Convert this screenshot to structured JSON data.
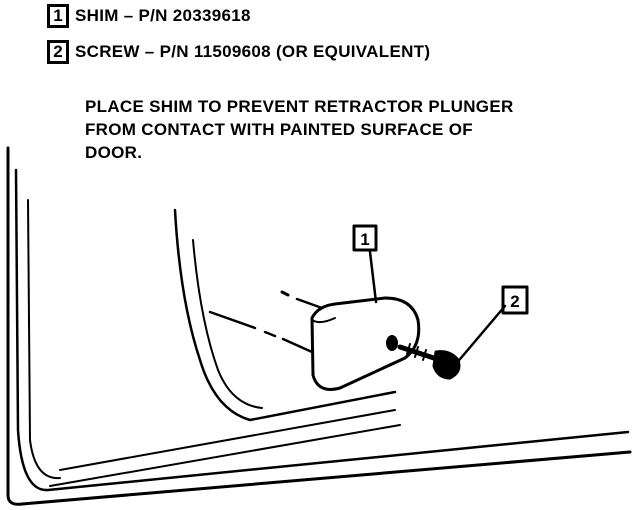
{
  "legend": [
    {
      "number": "1",
      "text": "SHIM – P/N 20339618"
    },
    {
      "number": "2",
      "text": "SCREW – P/N 11509608 (OR EQUIVALENT)"
    }
  ],
  "note": {
    "lines": [
      "PLACE SHIM TO PREVENT RETRACTOR PLUNGER",
      "FROM CONTACT WITH PAINTED SURFACE OF",
      "DOOR."
    ]
  },
  "callouts": {
    "shim": "1",
    "screw": "2"
  }
}
